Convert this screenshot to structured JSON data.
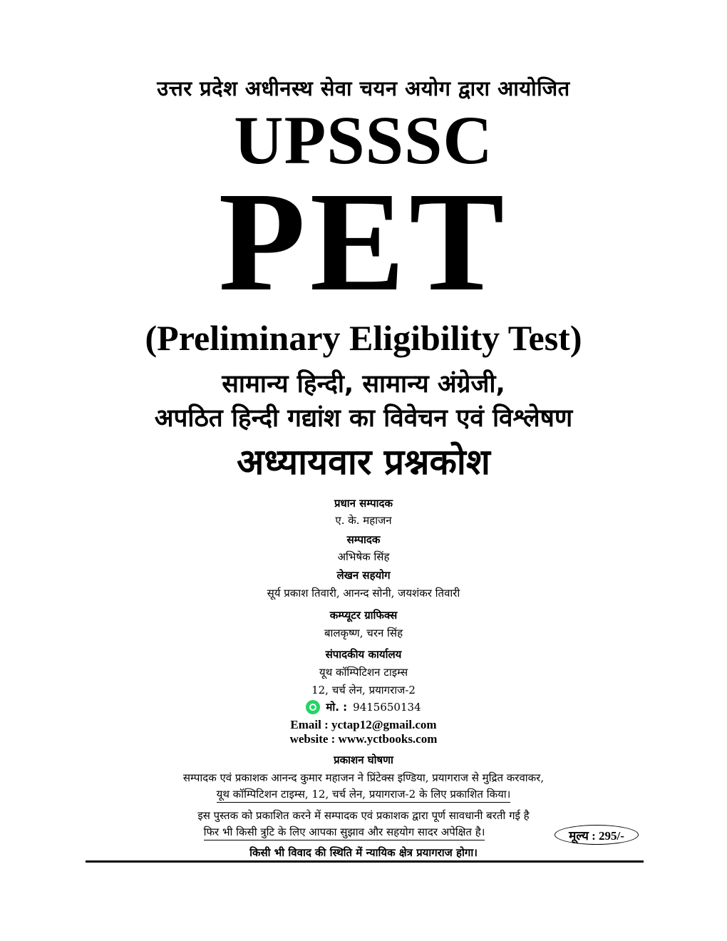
{
  "header": {
    "organizer": "उत्तर प्रदेश अधीनस्थ सेवा चयन अयोग द्वारा आयोजित",
    "title_line1": "UPSSSC",
    "title_line2": "PET",
    "title_line3": "(Preliminary Eligibility Test)"
  },
  "subject": {
    "line1": "सामान्य हिन्दी, सामान्य अंग्रेजी,",
    "line2": "अपठित हिन्दी गद्यांश का विवेचन एवं विश्लेषण",
    "line3": "अध्यायवार प्रश्नकोश"
  },
  "credits": {
    "chief_editor_label": "प्रधान सम्पादक",
    "chief_editor": "ए. के. महाजन",
    "editor_label": "सम्पादक",
    "editor": "अभिषेक सिंह",
    "writing_label": "लेखन सहयोग",
    "writing": "सूर्य प्रकाश तिवारी, आनन्द सोनी, जयशंकर तिवारी",
    "graphics_label": "कम्प्यूटर ग्राफिक्स",
    "graphics": "बालकृष्ण, चरन सिंह",
    "office_label": "संपादकीय कार्यालय",
    "office_name": "यूथ कॉम्पिटिशन टाइम्स",
    "office_address": "12, चर्च लेन, प्रयागराज-2",
    "mobile_label": "मो. :",
    "mobile_number": "9415650134",
    "email": "Email : yctap12@gmail.com",
    "website": "website : www.yctbooks.com"
  },
  "publication": {
    "label": "प्रकाशन घोषणा",
    "line1": "सम्पादक एवं प्रकाशक आनन्द कुमार महाजन ने प्रिंटेक्स इण्डिया, प्रयागराज से मुद्रित करवाकर,",
    "line2": "यूथ कॉम्पिटिशन टाइम्स, 12, चर्च लेन, प्रयागराज-2 के लिए प्रकाशित किया।",
    "line3": "इस पुस्तक को प्रकाशित करने में सम्पादक एवं प्रकाशक द्वारा पूर्ण सावधानी बरती गई है",
    "line4": "फिर भी किसी त्रुटि के लिए आपका सुझाव और सहयोग सादर अपेक्षित है।",
    "price": "मूल्य : 295/-",
    "jurisdiction": "किसी भी विवाद की स्थिति में न्यायिक क्षेत्र प्रयागराज होगा।"
  },
  "colors": {
    "whatsapp_green": "#25d366",
    "text": "#000000",
    "background": "#ffffff"
  },
  "icons": {
    "whatsapp": "whatsapp-icon"
  }
}
